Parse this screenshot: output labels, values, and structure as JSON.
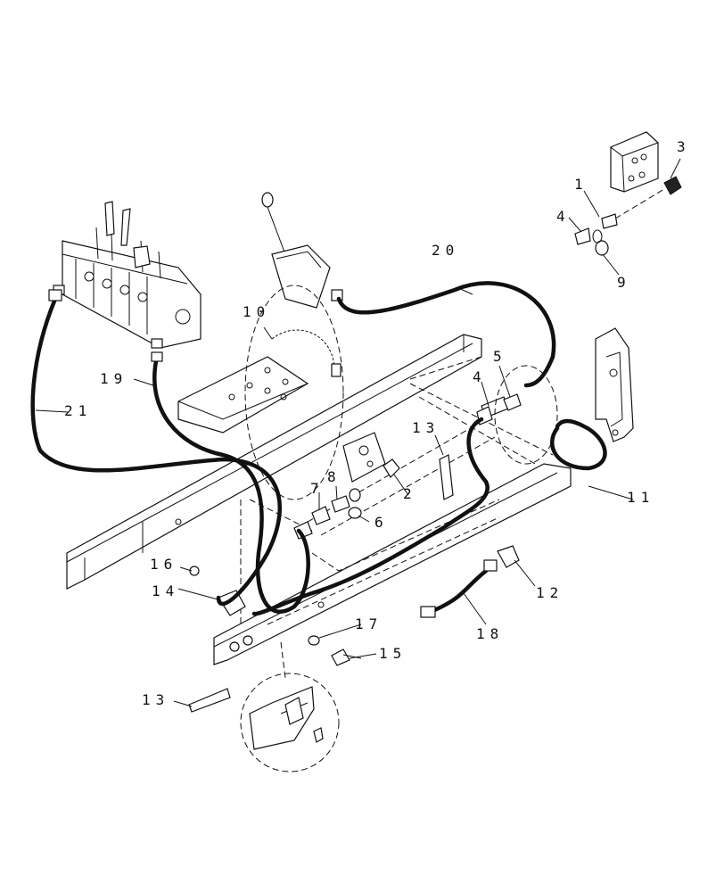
{
  "callouts": {
    "c1": "1",
    "c2": "2",
    "c3": "3",
    "c4a": "4",
    "c4b": "4",
    "c5": "5",
    "c6": "6",
    "c7": "7",
    "c8": "8",
    "c9": "9",
    "c10": "10",
    "c11": "11",
    "c12": "12",
    "c13a": "13",
    "c13b": "13",
    "c14": "14",
    "c15": "15",
    "c16": "16",
    "c17": "17",
    "c18": "18",
    "c19": "19",
    "c20": "20",
    "c21": "21"
  }
}
